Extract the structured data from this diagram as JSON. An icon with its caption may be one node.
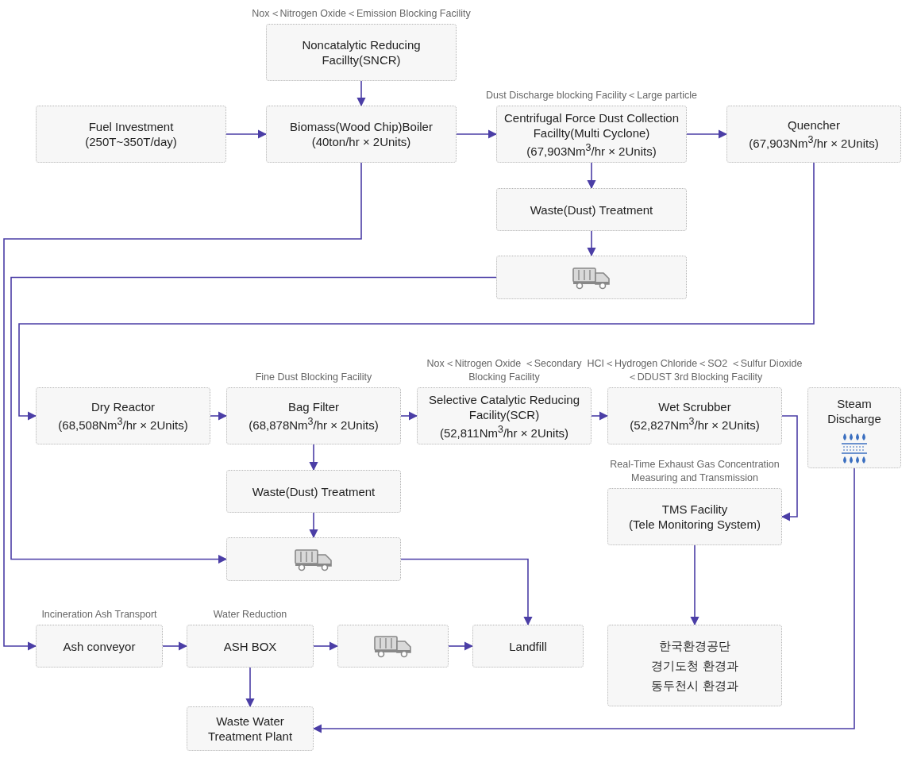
{
  "diagram": {
    "nodes": [
      {
        "text": [
          "Noncatalytic Reducing Facillty(SNCR)"
        ],
        "beside": [
          "Nox＜Nitrogen Oxide＜Emission Blocking Facility"
        ]
      },
      {
        "text": [
          "Fuel Investment",
          "(250T~350T/day)"
        ]
      },
      {
        "text": [
          "Biomass(Wood Chip)Boiler",
          "(40ton/hr × 2Units)"
        ]
      },
      {
        "text": [
          "Centrifugal Force Dust Collection Facillty(Multi Cyclone)",
          "(67,903Nm$^{3}$/hr × 2Units)"
        ],
        "beside": [
          "Dust Discharge blocking Facility＜Large particle"
        ]
      },
      {
        "text": [
          "Quencher",
          "(67,903Nm$^{3}$/hr × 2Units)"
        ]
      },
      {
        "text": [
          "Waste(Dust) Treatment"
        ]
      },
      {
        "text": [],
        "shape": "box"
      },
      {
        "text": [
          "Dry Reactor",
          "(68,508Nm$^{3}$/hr × 2Units)"
        ]
      },
      {
        "text": [
          "Bag Filter",
          "(68,878Nm$^{3}$/hr × 2Units)"
        ],
        "beside": [
          "Fine Dust Blocking Facility"
        ]
      },
      {
        "text": [
          "Selective Catalytic Reducing Facility(SCR)",
          "(52,811Nm$^{3}$/hr × 2Units)"
        ],
        "beside": [
          "Nox＜Nitrogen Oxide ＜Secondary Blocking Facility"
        ]
      },
      {
        "text": [
          "Wet Scrubber",
          "(52,827Nm$^{3}$/hr × 2Units)"
        ],
        "beside": [
          "HCI＜Hydrogen Chloride＜SO2 ＜Sulfur Dioxide＜DDUST 3rd Blocking Facility"
        ]
      },
      {
        "text": [
          "Steam Discharge"
        ]
      },
      {
        "text": [
          "Waste(Dust) Treatment"
        ]
      },
      {
        "text": [],
        "shape": "box"
      },
      {
        "text": [
          "TMS Facility",
          "(Tele Monitoring System)"
        ],
        "beside": [
          "Real-Time Exhaust Gas Concentration Measuring and Transmission"
        ]
      },
      {
        "text": [
          "Ash conveyor"
        ],
        "beside": [
          "Incineration Ash Transport"
        ]
      },
      {
        "text": [
          "ASH BOX"
        ],
        "beside": [
          "Water Reduction"
        ]
      },
      {
        "text": [],
        "shape": "box"
      },
      {
        "text": [
          "Landfill"
        ]
      },
      {
        "text": [
          "한국환경공단",
          "경기도청 환경과",
          "동두천시 환경과"
        ]
      },
      {
        "text": [
          "Waste Water Treatment Plant"
        ]
      }
    ],
    "edges": [
      {
        "from": 0,
        "to": 2,
        "arrow": "to"
      },
      {
        "from": 1,
        "to": 2,
        "arrow": "to"
      },
      {
        "from": 2,
        "to": 3,
        "arrow": "to"
      },
      {
        "from": 3,
        "to": 4,
        "arrow": "to"
      },
      {
        "from": 3,
        "to": 5,
        "arrow": "to"
      },
      {
        "from": 5,
        "to": 6,
        "arrow": "to"
      },
      {
        "from": 2,
        "to": 15,
        "arrow": "to"
      },
      {
        "from": 6,
        "to": 13,
        "arrow": "to"
      },
      {
        "from": 4,
        "to": 7,
        "arrow": "to"
      },
      {
        "from": 7,
        "to": 8,
        "arrow": "to"
      },
      {
        "from": 8,
        "to": 9,
        "arrow": "to"
      },
      {
        "from": 9,
        "to": 10,
        "arrow": "to"
      },
      {
        "from": 8,
        "to": 12,
        "arrow": "to"
      },
      {
        "from": 12,
        "to": 13,
        "arrow": "to"
      },
      {
        "from": 10,
        "to": 14,
        "arrow": "to"
      },
      {
        "from": 13,
        "to": 18,
        "arrow": "to"
      },
      {
        "from": 14,
        "to": 19,
        "arrow": "to"
      },
      {
        "from": 11,
        "to": 20,
        "arrow": "to"
      },
      {
        "from": 15,
        "to": 16,
        "arrow": "to"
      },
      {
        "from": 16,
        "to": 17,
        "arrow": "to"
      },
      {
        "from": 17,
        "to": 18,
        "arrow": "to"
      },
      {
        "from": 16,
        "to": 20,
        "arrow": "to"
      }
    ]
  }
}
